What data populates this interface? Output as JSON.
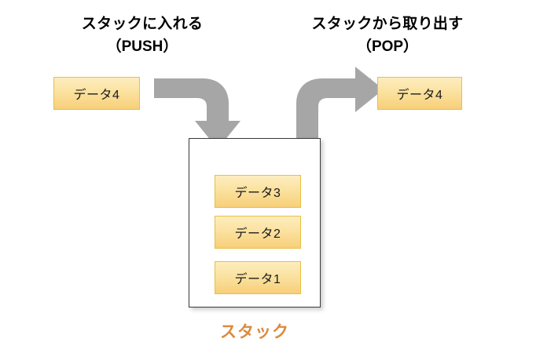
{
  "diagram": {
    "title_push": {
      "line1": "スタックに入れる",
      "line2": "（PUSH）"
    },
    "title_pop": {
      "line1": "スタックから取り出す",
      "line2": "（POP）"
    },
    "incoming_item": "データ4",
    "outgoing_item": "データ4",
    "stack": {
      "label": "スタック",
      "items": [
        "データ3",
        "データ2",
        "データ1"
      ]
    },
    "arrows": {
      "push": "bent-arrow-right-down",
      "pop": "bent-arrow-up-right"
    },
    "colors": {
      "box_border": "#E9BF45",
      "box_fill_top": "#FDEDBE",
      "box_fill_bottom": "#F7CF79",
      "arrow_gray": "#A6A6A6",
      "container_border": "#3A3A3A",
      "label_orange": "#DD8A3D",
      "background": "#FFFFFF"
    }
  }
}
